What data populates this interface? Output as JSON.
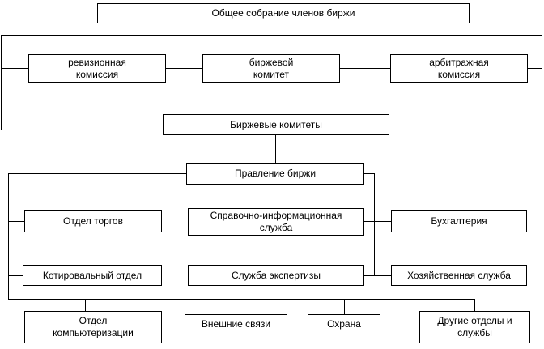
{
  "diagram": {
    "type": "org-chart",
    "nodes": {
      "general_meeting": "Общее собрание членов биржи",
      "audit_commission": "ревизионная\nкомиссия",
      "exchange_committee": "биржевой\nкомитет",
      "arbitration_commission": "арбитражная\nкомиссия",
      "exchange_committees": "Биржевые комитеты",
      "exchange_board": "Правление биржи",
      "trading_department": "Отдел торгов",
      "info_service": "Справочно-информационная\nслужба",
      "accounting": "Бухгалтерия",
      "quotation_department": "Котировальный отдел",
      "expertise_service": "Служба экспертизы",
      "household_service": "Хозяйственная служба",
      "computerization_department": "Отдел\nкомпьютеризации",
      "external_relations": "Внешние связи",
      "security": "Охрана",
      "other_departments": "Другие отделы и\nслужбы"
    },
    "colors": {
      "box_background": "#ffffff",
      "box_border": "#000000",
      "line": "#000000",
      "page_background": "#ffffff"
    }
  }
}
